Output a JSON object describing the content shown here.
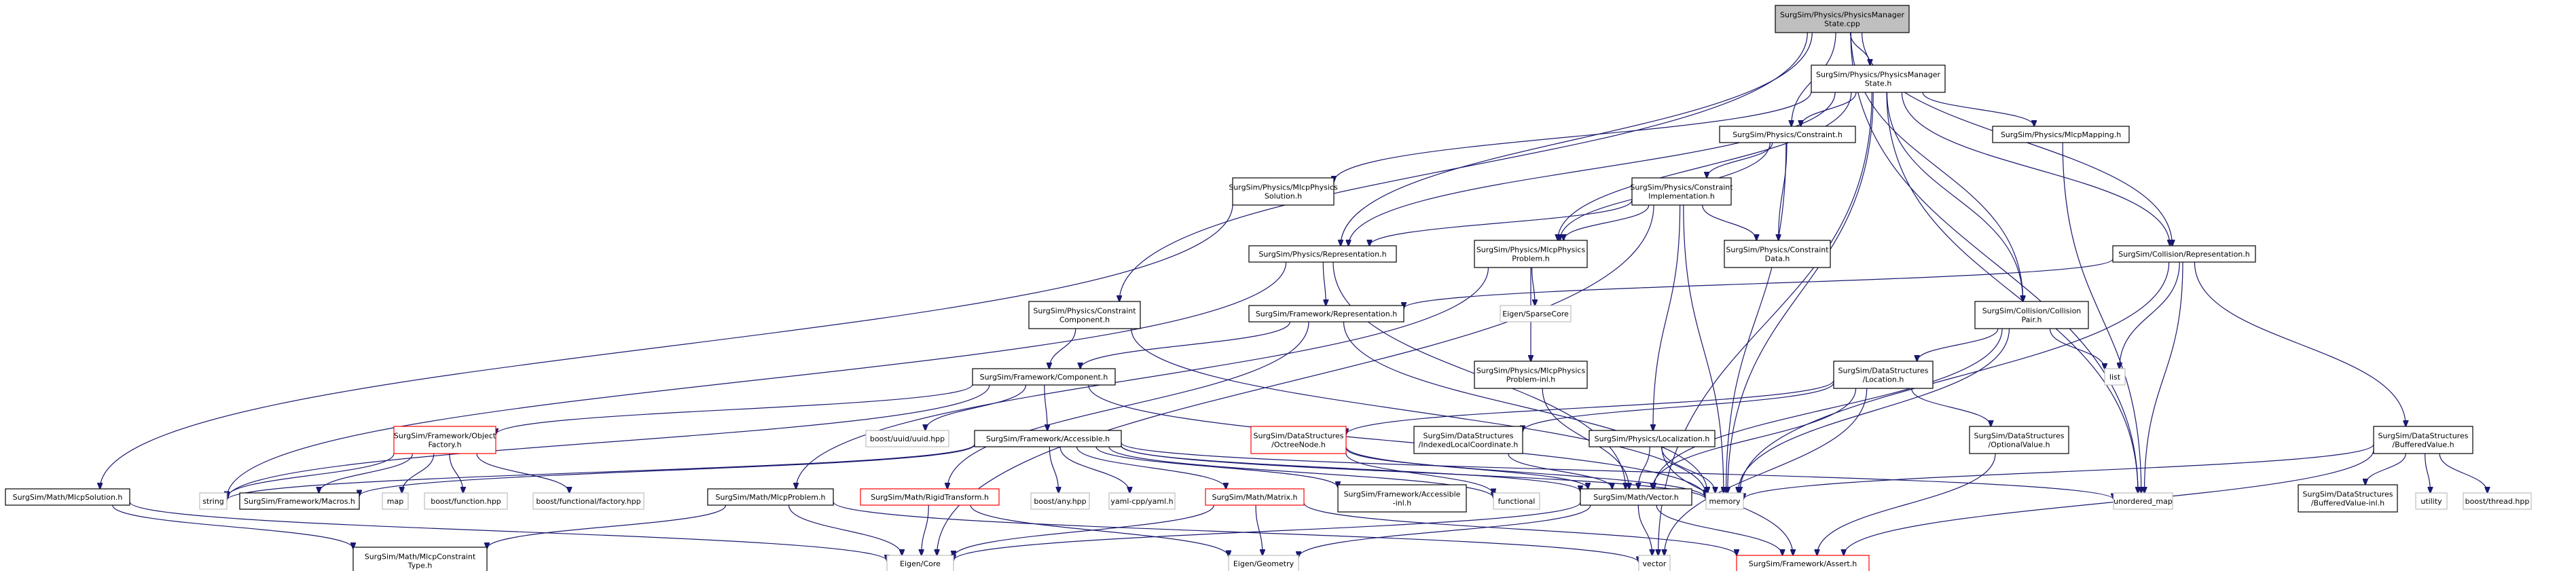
{
  "nodes": [
    {
      "id": "root",
      "lines": [
        "SurgSim/Physics/PhysicsManager",
        "State.cpp"
      ],
      "style": "root"
    },
    {
      "id": "pmsh",
      "lines": [
        "SurgSim/Physics/PhysicsManager",
        "State.h"
      ],
      "style": "std"
    },
    {
      "id": "constraint",
      "lines": [
        "SurgSim/Physics/Constraint.h"
      ],
      "style": "std"
    },
    {
      "id": "mlcpmapping",
      "lines": [
        "SurgSim/Physics/MlcpMapping.h"
      ],
      "style": "std"
    },
    {
      "id": "mlcpsolution",
      "lines": [
        "SurgSim/Physics/MlcpPhysics",
        "Solution.h"
      ],
      "style": "std"
    },
    {
      "id": "cimpl",
      "lines": [
        "SurgSim/Physics/Constraint",
        "Implementation.h"
      ],
      "style": "std"
    },
    {
      "id": "physrep",
      "lines": [
        "SurgSim/Physics/Representation.h"
      ],
      "style": "std"
    },
    {
      "id": "mlcpproblem",
      "lines": [
        "SurgSim/Physics/MlcpPhysics",
        "Problem.h"
      ],
      "style": "std"
    },
    {
      "id": "cdata",
      "lines": [
        "SurgSim/Physics/Constraint",
        "Data.h"
      ],
      "style": "std"
    },
    {
      "id": "collrep",
      "lines": [
        "SurgSim/Collision/Representation.h"
      ],
      "style": "std"
    },
    {
      "id": "ccomp",
      "lines": [
        "SurgSim/Physics/Constraint",
        "Component.h"
      ],
      "style": "std"
    },
    {
      "id": "fwrep",
      "lines": [
        "SurgSim/Framework/Representation.h"
      ],
      "style": "std"
    },
    {
      "id": "sparse",
      "lines": [
        "Eigen/SparseCore"
      ],
      "style": "ext"
    },
    {
      "id": "collpair",
      "lines": [
        "SurgSim/Collision/Collision",
        "Pair.h"
      ],
      "style": "std"
    },
    {
      "id": "fwcomp",
      "lines": [
        "SurgSim/Framework/Component.h"
      ],
      "style": "std"
    },
    {
      "id": "mlcpprobinl",
      "lines": [
        "SurgSim/Physics/MlcpPhysics",
        "Problem-inl.h"
      ],
      "style": "std"
    },
    {
      "id": "location",
      "lines": [
        "SurgSim/DataStructures",
        "/Location.h"
      ],
      "style": "std"
    },
    {
      "id": "list",
      "lines": [
        "list"
      ],
      "style": "ext"
    },
    {
      "id": "objfactory",
      "lines": [
        "SurgSim/Framework/Object",
        "Factory.h"
      ],
      "style": "red"
    },
    {
      "id": "uuid",
      "lines": [
        "boost/uuid/uuid.hpp"
      ],
      "style": "ext"
    },
    {
      "id": "accessible",
      "lines": [
        "SurgSim/Framework/Accessible.h"
      ],
      "style": "std"
    },
    {
      "id": "octree",
      "lines": [
        "SurgSim/DataStructures",
        "/OctreeNode.h"
      ],
      "style": "red"
    },
    {
      "id": "ilc",
      "lines": [
        "SurgSim/DataStructures",
        "/IndexedLocalCoordinate.h"
      ],
      "style": "std"
    },
    {
      "id": "localization",
      "lines": [
        "SurgSim/Physics/Localization.h"
      ],
      "style": "std"
    },
    {
      "id": "optval",
      "lines": [
        "SurgSim/DataStructures",
        "/OptionalValue.h"
      ],
      "style": "std"
    },
    {
      "id": "bufval",
      "lines": [
        "SurgSim/DataStructures",
        "/BufferedValue.h"
      ],
      "style": "std"
    },
    {
      "id": "mlcpsol",
      "lines": [
        "SurgSim/Math/MlcpSolution.h"
      ],
      "style": "std"
    },
    {
      "id": "string",
      "lines": [
        "string"
      ],
      "style": "ext"
    },
    {
      "id": "macros",
      "lines": [
        "SurgSim/Framework/Macros.h"
      ],
      "style": "std"
    },
    {
      "id": "map",
      "lines": [
        "map"
      ],
      "style": "ext"
    },
    {
      "id": "bfunc",
      "lines": [
        "boost/function.hpp"
      ],
      "style": "ext"
    },
    {
      "id": "bfactory",
      "lines": [
        "boost/functional/factory.hpp"
      ],
      "style": "ext"
    },
    {
      "id": "mlcpprob",
      "lines": [
        "SurgSim/Math/MlcpProblem.h"
      ],
      "style": "std"
    },
    {
      "id": "rigid",
      "lines": [
        "SurgSim/Math/RigidTransform.h"
      ],
      "style": "red"
    },
    {
      "id": "any",
      "lines": [
        "boost/any.hpp"
      ],
      "style": "ext"
    },
    {
      "id": "yaml",
      "lines": [
        "yaml-cpp/yaml.h"
      ],
      "style": "ext"
    },
    {
      "id": "matrix",
      "lines": [
        "SurgSim/Math/Matrix.h"
      ],
      "style": "red"
    },
    {
      "id": "accinl",
      "lines": [
        "SurgSim/Framework/Accessible",
        "-inl.h"
      ],
      "style": "std"
    },
    {
      "id": "functional",
      "lines": [
        "functional"
      ],
      "style": "ext"
    },
    {
      "id": "vectorh",
      "lines": [
        "SurgSim/Math/Vector.h"
      ],
      "style": "std"
    },
    {
      "id": "memory",
      "lines": [
        "memory"
      ],
      "style": "ext"
    },
    {
      "id": "umap",
      "lines": [
        "unordered_map"
      ],
      "style": "ext"
    },
    {
      "id": "bufvalinl",
      "lines": [
        "SurgSim/DataStructures",
        "/BufferedValue-inl.h"
      ],
      "style": "std"
    },
    {
      "id": "utility",
      "lines": [
        "utility"
      ],
      "style": "ext"
    },
    {
      "id": "bthread",
      "lines": [
        "boost/thread.hpp"
      ],
      "style": "ext"
    },
    {
      "id": "mlcpctype",
      "lines": [
        "SurgSim/Math/MlcpConstraint",
        "Type.h"
      ],
      "style": "std"
    },
    {
      "id": "core",
      "lines": [
        "Eigen/Core"
      ],
      "style": "ext"
    },
    {
      "id": "geometry",
      "lines": [
        "Eigen/Geometry"
      ],
      "style": "ext"
    },
    {
      "id": "vector",
      "lines": [
        "vector"
      ],
      "style": "ext"
    },
    {
      "id": "assert",
      "lines": [
        "SurgSim/Framework/Assert.h"
      ],
      "style": "red"
    }
  ],
  "edges": [
    [
      "root",
      "pmsh"
    ],
    [
      "root",
      "constraint"
    ],
    [
      "root",
      "physrep"
    ],
    [
      "root",
      "collrep"
    ],
    [
      "root",
      "ccomp"
    ],
    [
      "root",
      "collpair"
    ],
    [
      "root",
      "umap"
    ],
    [
      "pmsh",
      "constraint"
    ],
    [
      "pmsh",
      "mlcpmapping"
    ],
    [
      "pmsh",
      "mlcpsolution"
    ],
    [
      "pmsh",
      "physrep"
    ],
    [
      "pmsh",
      "mlcpproblem"
    ],
    [
      "pmsh",
      "collrep"
    ],
    [
      "pmsh",
      "collpair"
    ],
    [
      "pmsh",
      "memory"
    ],
    [
      "pmsh",
      "umap"
    ],
    [
      "pmsh",
      "vector"
    ],
    [
      "constraint",
      "cimpl"
    ],
    [
      "constraint",
      "cdata"
    ],
    [
      "constraint",
      "mlcpproblem"
    ],
    [
      "constraint",
      "memory"
    ],
    [
      "mlcpmapping",
      "umap"
    ],
    [
      "mlcpsolution",
      "mlcpsol"
    ],
    [
      "cimpl",
      "physrep"
    ],
    [
      "cimpl",
      "mlcpproblem"
    ],
    [
      "cimpl",
      "cdata"
    ],
    [
      "cimpl",
      "localization"
    ],
    [
      "cimpl",
      "memory"
    ],
    [
      "cimpl",
      "core"
    ],
    [
      "physrep",
      "fwrep"
    ],
    [
      "physrep",
      "string"
    ],
    [
      "physrep",
      "vectorh"
    ],
    [
      "mlcpproblem",
      "sparse"
    ],
    [
      "mlcpproblem",
      "mlcpprobinl"
    ],
    [
      "mlcpproblem",
      "mlcpprob"
    ],
    [
      "collrep",
      "fwrep"
    ],
    [
      "collrep",
      "list"
    ],
    [
      "collrep",
      "memory"
    ],
    [
      "collrep",
      "umap"
    ],
    [
      "collrep",
      "bufval"
    ],
    [
      "ccomp",
      "fwcomp"
    ],
    [
      "ccomp",
      "memory"
    ],
    [
      "fwrep",
      "fwcomp"
    ],
    [
      "fwrep",
      "rigid"
    ],
    [
      "fwrep",
      "memory"
    ],
    [
      "collpair",
      "location"
    ],
    [
      "collpair",
      "list"
    ],
    [
      "collpair",
      "memory"
    ],
    [
      "collpair",
      "vectorh"
    ],
    [
      "fwcomp",
      "objfactory"
    ],
    [
      "fwcomp",
      "uuid"
    ],
    [
      "fwcomp",
      "accessible"
    ],
    [
      "fwcomp",
      "string"
    ],
    [
      "fwcomp",
      "memory"
    ],
    [
      "mlcpprobinl",
      "vectorh"
    ],
    [
      "location",
      "octree"
    ],
    [
      "location",
      "ilc"
    ],
    [
      "location",
      "optval"
    ],
    [
      "location",
      "vectorh"
    ],
    [
      "location",
      "vector"
    ],
    [
      "objfactory",
      "string"
    ],
    [
      "objfactory",
      "macros"
    ],
    [
      "objfactory",
      "map"
    ],
    [
      "objfactory",
      "bfunc"
    ],
    [
      "objfactory",
      "bfactory"
    ],
    [
      "accessible",
      "string"
    ],
    [
      "accessible",
      "macros"
    ],
    [
      "accessible",
      "any"
    ],
    [
      "accessible",
      "yaml"
    ],
    [
      "accessible",
      "matrix"
    ],
    [
      "accessible",
      "accinl"
    ],
    [
      "accessible",
      "functional"
    ],
    [
      "accessible",
      "vectorh"
    ],
    [
      "accessible",
      "memory"
    ],
    [
      "accessible",
      "umap"
    ],
    [
      "octree",
      "vectorh"
    ],
    [
      "octree",
      "memory"
    ],
    [
      "octree",
      "functional"
    ],
    [
      "ilc",
      "vectorh"
    ],
    [
      "localization",
      "vectorh"
    ],
    [
      "localization",
      "memory"
    ],
    [
      "localization",
      "assert"
    ],
    [
      "optval",
      "assert"
    ],
    [
      "bufval",
      "bufvalinl"
    ],
    [
      "bufval",
      "utility"
    ],
    [
      "bufval",
      "bthread"
    ],
    [
      "bufval",
      "memory"
    ],
    [
      "bufval",
      "assert"
    ],
    [
      "mlcpsol",
      "core"
    ],
    [
      "mlcpsol",
      "mlcpctype"
    ],
    [
      "mlcpprob",
      "core"
    ],
    [
      "mlcpprob",
      "vector"
    ],
    [
      "mlcpprob",
      "mlcpctype"
    ],
    [
      "rigid",
      "core"
    ],
    [
      "rigid",
      "geometry"
    ],
    [
      "matrix",
      "core"
    ],
    [
      "matrix",
      "geometry"
    ],
    [
      "matrix",
      "assert"
    ],
    [
      "vectorh",
      "core"
    ],
    [
      "vectorh",
      "vector"
    ],
    [
      "vectorh",
      "geometry"
    ],
    [
      "vectorh",
      "assert"
    ]
  ]
}
